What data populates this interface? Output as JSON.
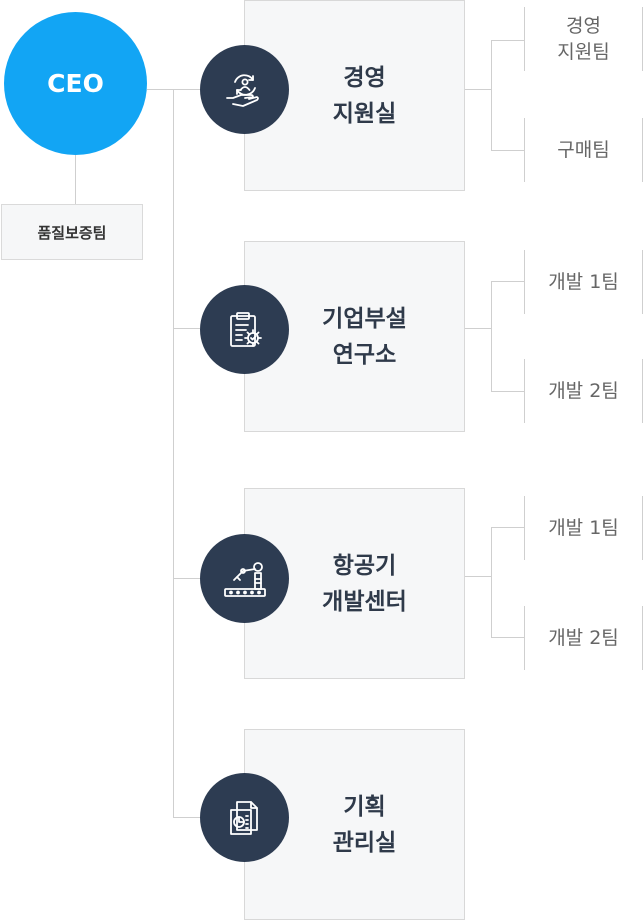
{
  "ceo": {
    "label": "CEO"
  },
  "qa_team": {
    "label": "품질보증팀"
  },
  "departments": [
    {
      "label": "경영\n지원실",
      "icon": "hand-person-icon",
      "teams": [
        "경영\n지원팀",
        "구매팀"
      ]
    },
    {
      "label": "기업부설\n연구소",
      "icon": "clipboard-gear-icon",
      "teams": [
        "개발 1팀",
        "개발 2팀"
      ]
    },
    {
      "label": "항공기\n개발센터",
      "icon": "robot-arm-conveyor-icon",
      "teams": [
        "개발 1팀",
        "개발 2팀"
      ]
    },
    {
      "label": "기획\n관리실",
      "icon": "document-chart-icon",
      "teams": []
    }
  ],
  "colors": {
    "ceo": "#12a5f4",
    "icon_circle": "#2d3c52",
    "box_bg": "#f6f7f8",
    "line": "#cfcfcf"
  }
}
